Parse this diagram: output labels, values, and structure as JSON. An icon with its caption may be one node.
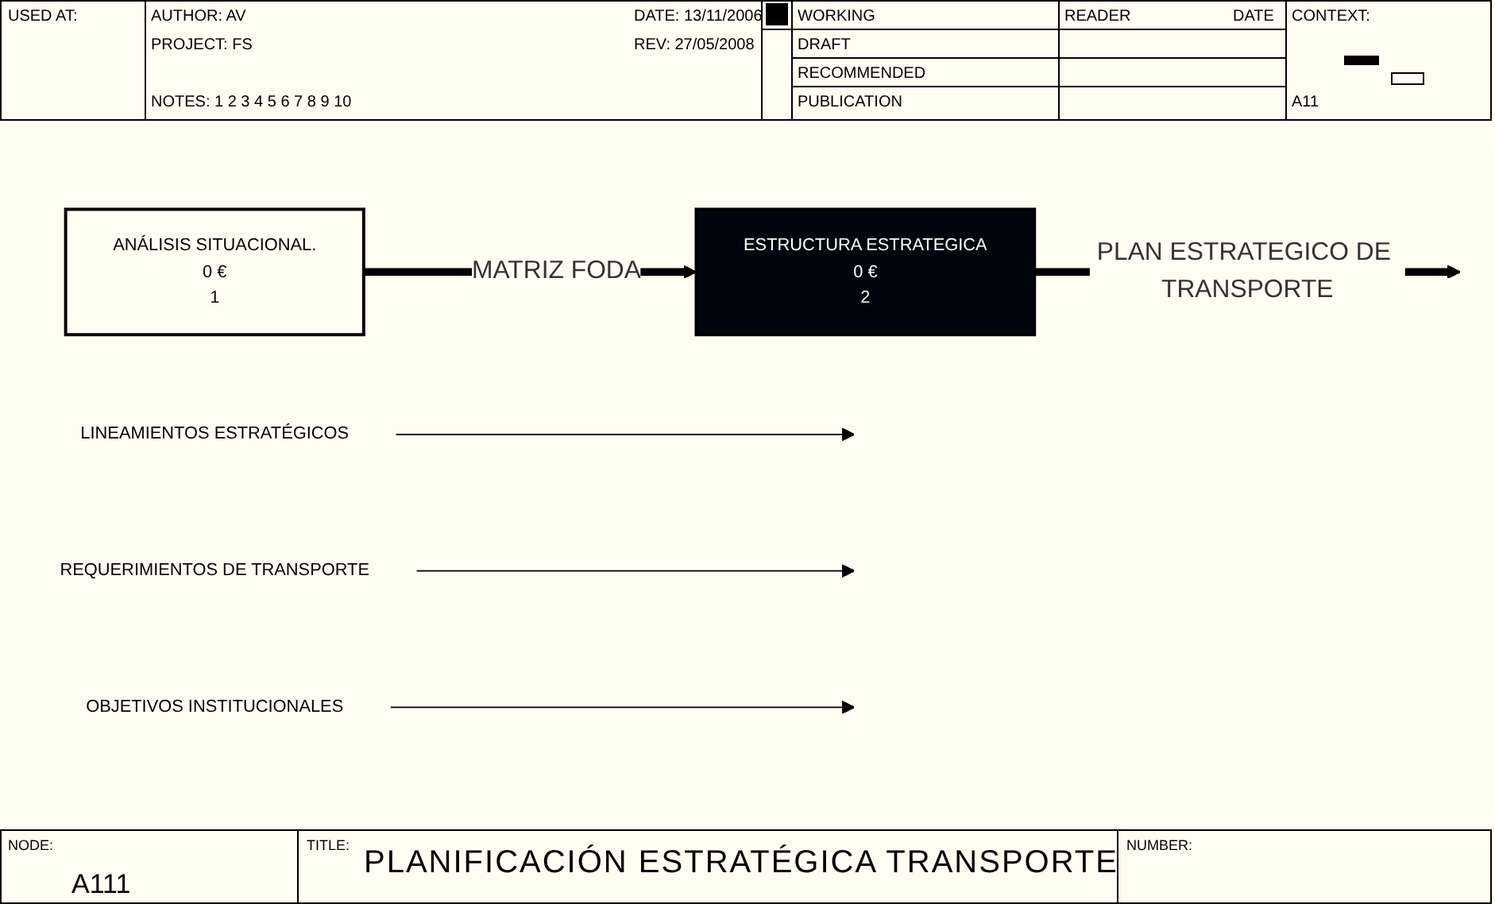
{
  "diagram": {
    "title": "PLANIFICACIÓN ESTRATÉGICA TRANSPORTE",
    "nodes": [
      {
        "text": [
          "LINEAMIENTOS ESTRATÉGICOS"
        ]
      },
      {
        "text": [
          "REQUERIMIENTOS DE TRANSPORTE"
        ]
      },
      {
        "text": [
          "OBJETIVOS INSTITUCIONALES"
        ]
      },
      {
        "text": [
          "ANÁLISIS SITUACIONAL.",
          "0 €",
          "1"
        ]
      },
      {
        "text": [
          "ESTRUCTURA ESTRATEGICA",
          "0 €",
          "2"
        ]
      }
    ],
    "edges": [
      {
        "from": 0,
        "to": null,
        "arrow": "to"
      },
      {
        "from": 1,
        "to": null,
        "arrow": "to"
      },
      {
        "from": 2,
        "to": null,
        "arrow": "to"
      },
      {
        "from": 3,
        "to": 4,
        "label": "MATRIZ FODA",
        "arrow": "to",
        "style": "thick"
      },
      {
        "from": 4,
        "to": null,
        "label": "PLAN ESTRATEGICO DE TRANSPORTE",
        "arrow": "to",
        "style": "thick"
      }
    ],
    "labels": [
      "USED AT:",
      "AUTHOR: AV",
      "PROJECT: FS",
      "NOTES: 1 2 3 4 5 6 7 8 9 10",
      "DATE: 13/11/2006",
      "REV: 27/05/2008",
      "WORKING",
      "DRAFT",
      "RECOMMENDED",
      "PUBLICATION",
      "READER",
      "DATE",
      "CONTEXT:",
      "A11",
      "NODE:",
      "A111",
      "TITLE:",
      "NUMBER:"
    ]
  }
}
